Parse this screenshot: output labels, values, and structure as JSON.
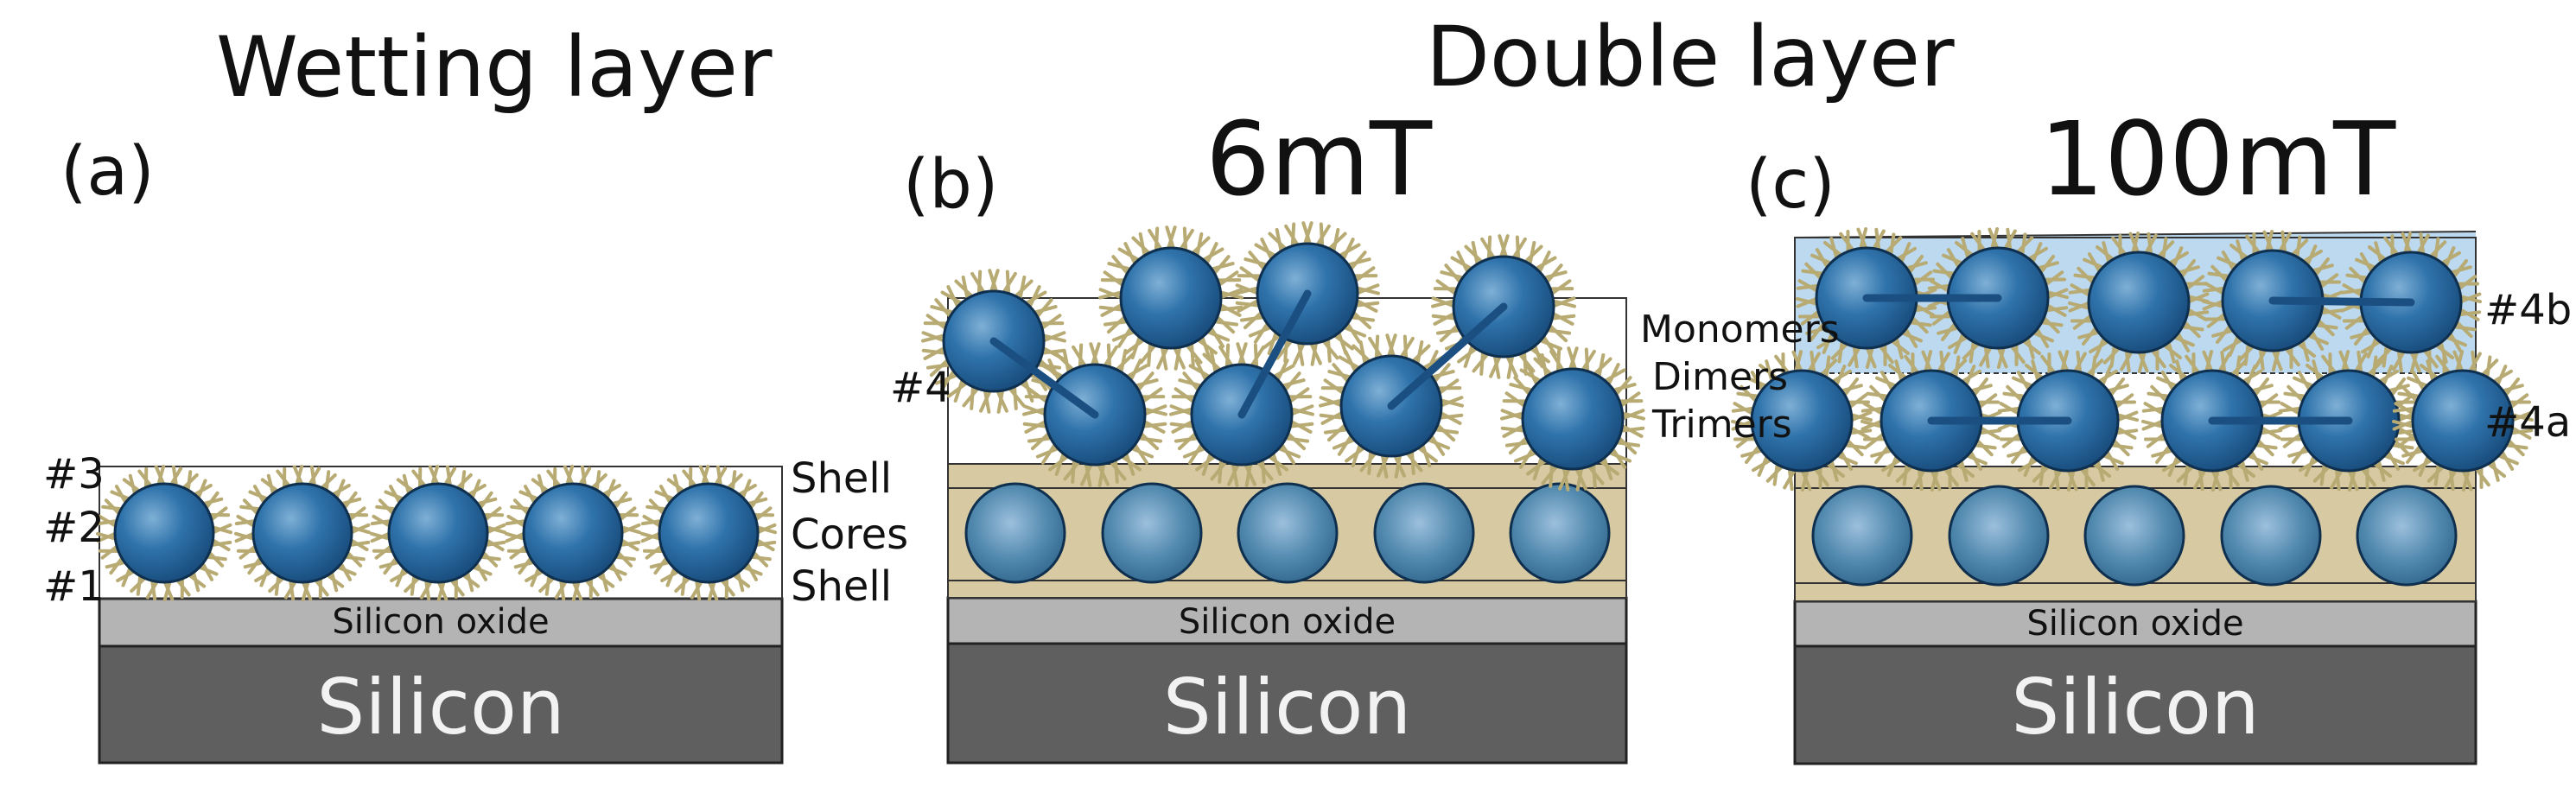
{
  "titles": {
    "wetting": "Wetting layer",
    "double": "Double layer"
  },
  "panels": {
    "a": {
      "label": "(a)"
    },
    "b": {
      "label": "(b)",
      "field": "6mT"
    },
    "c": {
      "label": "(c)",
      "field": "100mT"
    }
  },
  "layers": {
    "oxide": "Silicon oxide",
    "silicon": "Silicon"
  },
  "annotations": {
    "a_positions": [
      "#3",
      "#2",
      "#1"
    ],
    "a_sides": [
      "Shell",
      "Cores",
      "Shell"
    ],
    "b_position": "#4",
    "b_sides": [
      "Monomers",
      "Dimers",
      "Trimers"
    ],
    "c_positions": [
      "#4b",
      "#4a"
    ]
  },
  "colors": {
    "core": "#1e5f94",
    "core_highlight": "#7fb0d6",
    "core_lower": "#4f87ad",
    "shell": "#b8aa73",
    "shell_band": "#d7c9a1",
    "oxide": "#b4b4b4",
    "silicon": "#5f5f5f",
    "link": "#1b4f82",
    "water": "#bcd9ef"
  }
}
